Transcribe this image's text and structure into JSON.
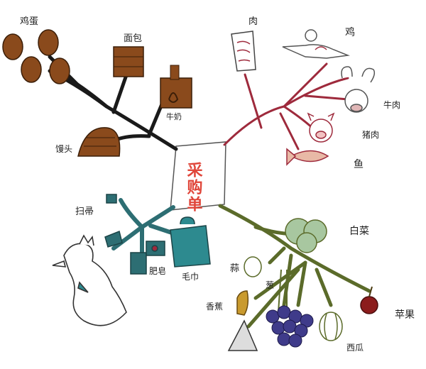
{
  "center": {
    "label": "采购单"
  },
  "labels": {
    "eggs": "鸡蛋",
    "bread": "面包",
    "milk": "牛奶",
    "bun": "馒头",
    "meat": "肉",
    "chicken": "鸡",
    "beef": "牛肉",
    "pork": "猪肉",
    "fish": "鱼",
    "broom": "扫帚",
    "soap": "肥皂",
    "towel": "毛巾",
    "cabbage": "白菜",
    "onion": "葱",
    "garlic": "蒜",
    "banana": "香蕉",
    "apple": "苹果",
    "watermelon": "西瓜"
  },
  "colors": {
    "center_text": "#e0463a",
    "food_branch": "#1a1a1a",
    "meat_branch": "#9e2a3c",
    "daily_branch": "#2d6e73",
    "veg_branch": "#5b6b2a",
    "brown": "#8a4a1c"
  }
}
